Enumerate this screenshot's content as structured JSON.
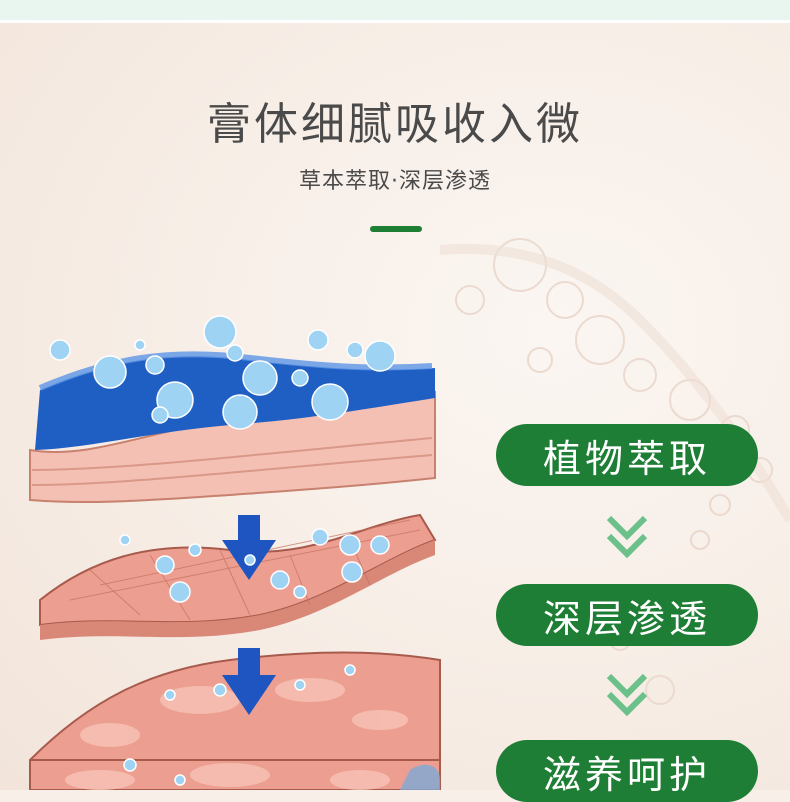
{
  "header": {
    "title": "膏体细腻吸收入微",
    "subtitle": "草本萃取·深层渗透"
  },
  "steps": [
    {
      "label": "植物萃取"
    },
    {
      "label": "深层渗透"
    },
    {
      "label": "滋养呵护"
    }
  ],
  "colors": {
    "brand_green": "#1f7e35",
    "arrow_green": "#6cc08a",
    "water_blue": "#1f5fc4",
    "skin_pink": "#ec9f90"
  },
  "icons": [
    "chevron-down-double-icon",
    "arrow-down-icon",
    "water-bubble-icon"
  ]
}
